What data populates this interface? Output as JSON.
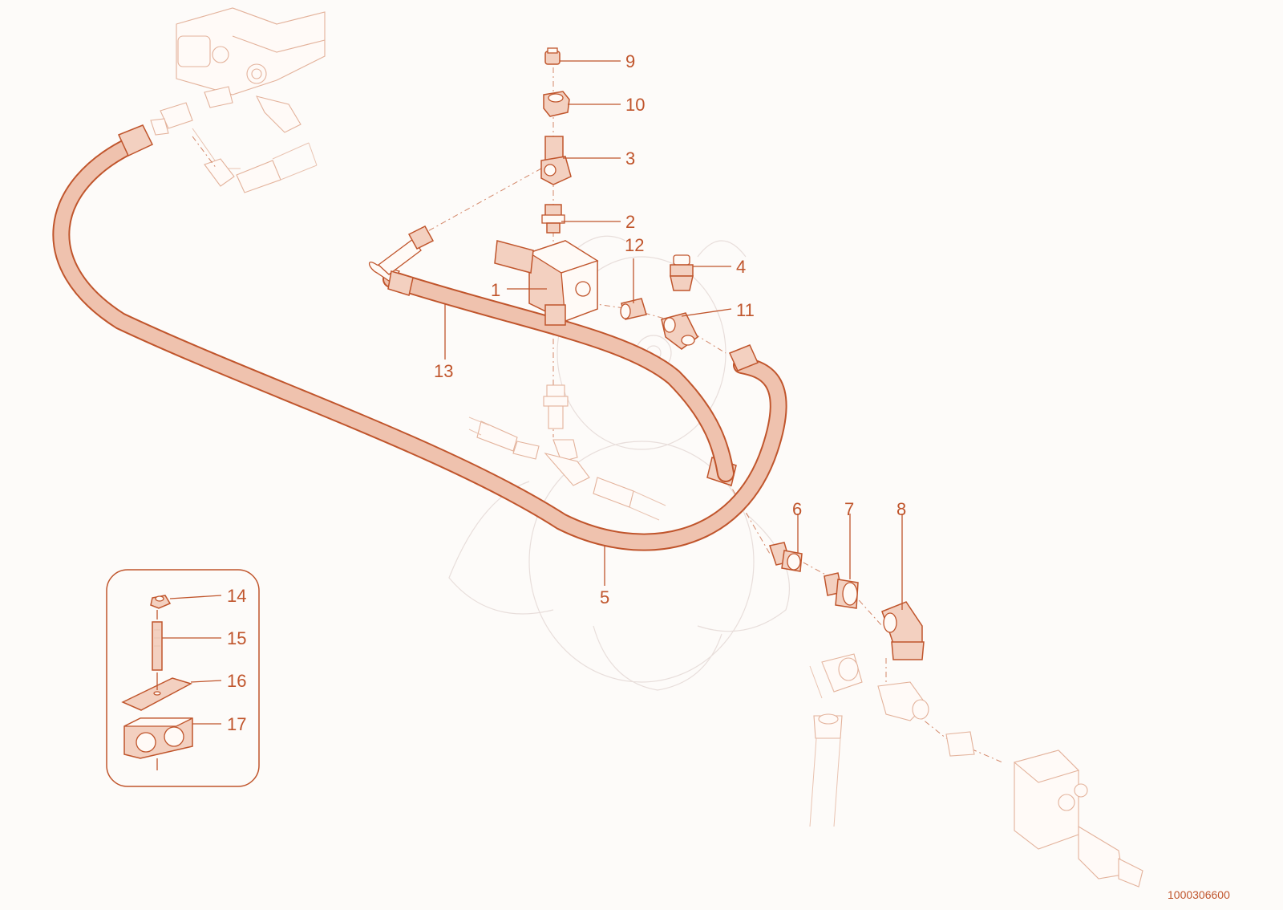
{
  "diagram": {
    "document_number": "1000306600",
    "callouts": [
      "1",
      "2",
      "3",
      "4",
      "5",
      "6",
      "7",
      "8",
      "9",
      "10",
      "11",
      "12",
      "13",
      "14",
      "15",
      "16",
      "17"
    ]
  },
  "colors": {
    "accent": "#c0552c",
    "part_fill": "#f3d0c0",
    "ghost_line": "#e3b29b",
    "background": "#fdfbf9"
  }
}
